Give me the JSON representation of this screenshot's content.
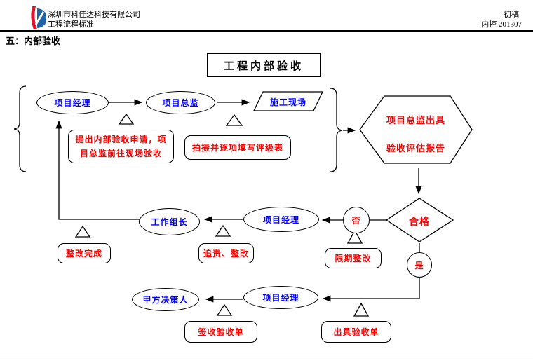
{
  "header": {
    "company": "深圳市科佳达科技有限公司",
    "doc_type": "工程流程标准",
    "draft_label": "初稿",
    "control_no": "内控 201307",
    "section_title": "五：内部验收"
  },
  "flowchart": {
    "title": "工程内部验收",
    "nodes": {
      "pm_top": "项目经理",
      "director": "项目总监",
      "site": "施工现场",
      "hexagon_line1": "项目总监出具",
      "hexagon_line2": "验收评估报告",
      "decision": "合格",
      "no_label": "否",
      "yes_label": "是",
      "team_leader": "工作组长",
      "pm_mid": "项目经理",
      "party_a": "甲方决策人",
      "pm_bottom": "项目经理"
    },
    "annotations": {
      "apply": "提出内部验收申请，项目总监前往现场验收",
      "photo": "拍摄并逐项填写评级表",
      "deadline_fix": "限期整改",
      "accountability_fix": "追责、整改",
      "fix_done": "整改完成",
      "sign_receipt": "签收验收单",
      "issue_receipt": "出具验收单"
    },
    "colors": {
      "role_text": "#0000ff",
      "note_text": "#ff0000",
      "line": "#000000"
    }
  }
}
